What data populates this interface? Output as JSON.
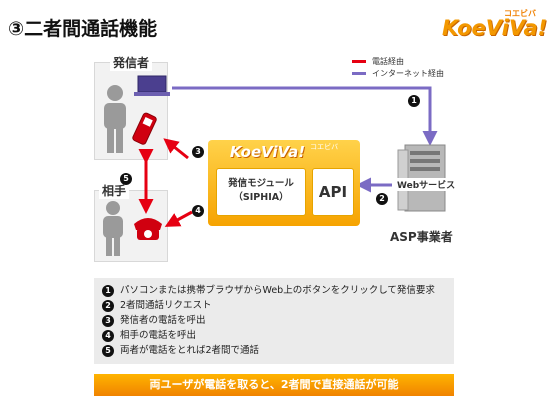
{
  "title": "③二者間通話機能",
  "brand": {
    "name": "KoeViVa!",
    "kana": "コエビバ"
  },
  "legend": {
    "items": [
      {
        "label": "電話経由",
        "color": "#e60012"
      },
      {
        "label": "インターネット経由",
        "color": "#7b6bc4"
      }
    ]
  },
  "parties": {
    "caller": "発信者",
    "callee": "相手"
  },
  "center": {
    "module_line1": "発信モジュール",
    "module_line2": "（SIPHIA）",
    "api": "API"
  },
  "server": {
    "service": "Webサービス",
    "provider": "ASP事業者"
  },
  "steps": [
    {
      "num": "1",
      "text": "パソコンまたは携帯ブラウザからWeb上のボタンをクリックして発信要求"
    },
    {
      "num": "2",
      "text": "2者間通話リクエスト"
    },
    {
      "num": "3",
      "text": "発信者の電話を呼出"
    },
    {
      "num": "4",
      "text": "相手の電話を呼出"
    },
    {
      "num": "5",
      "text": "両者が電話をとれば2者間で通話"
    }
  ],
  "banner": "両ユーザが電話を取ると、2者間で直接通話が可能",
  "colors": {
    "phone": "#e60012",
    "internet": "#7b6bc4",
    "accent": "#f39800"
  }
}
